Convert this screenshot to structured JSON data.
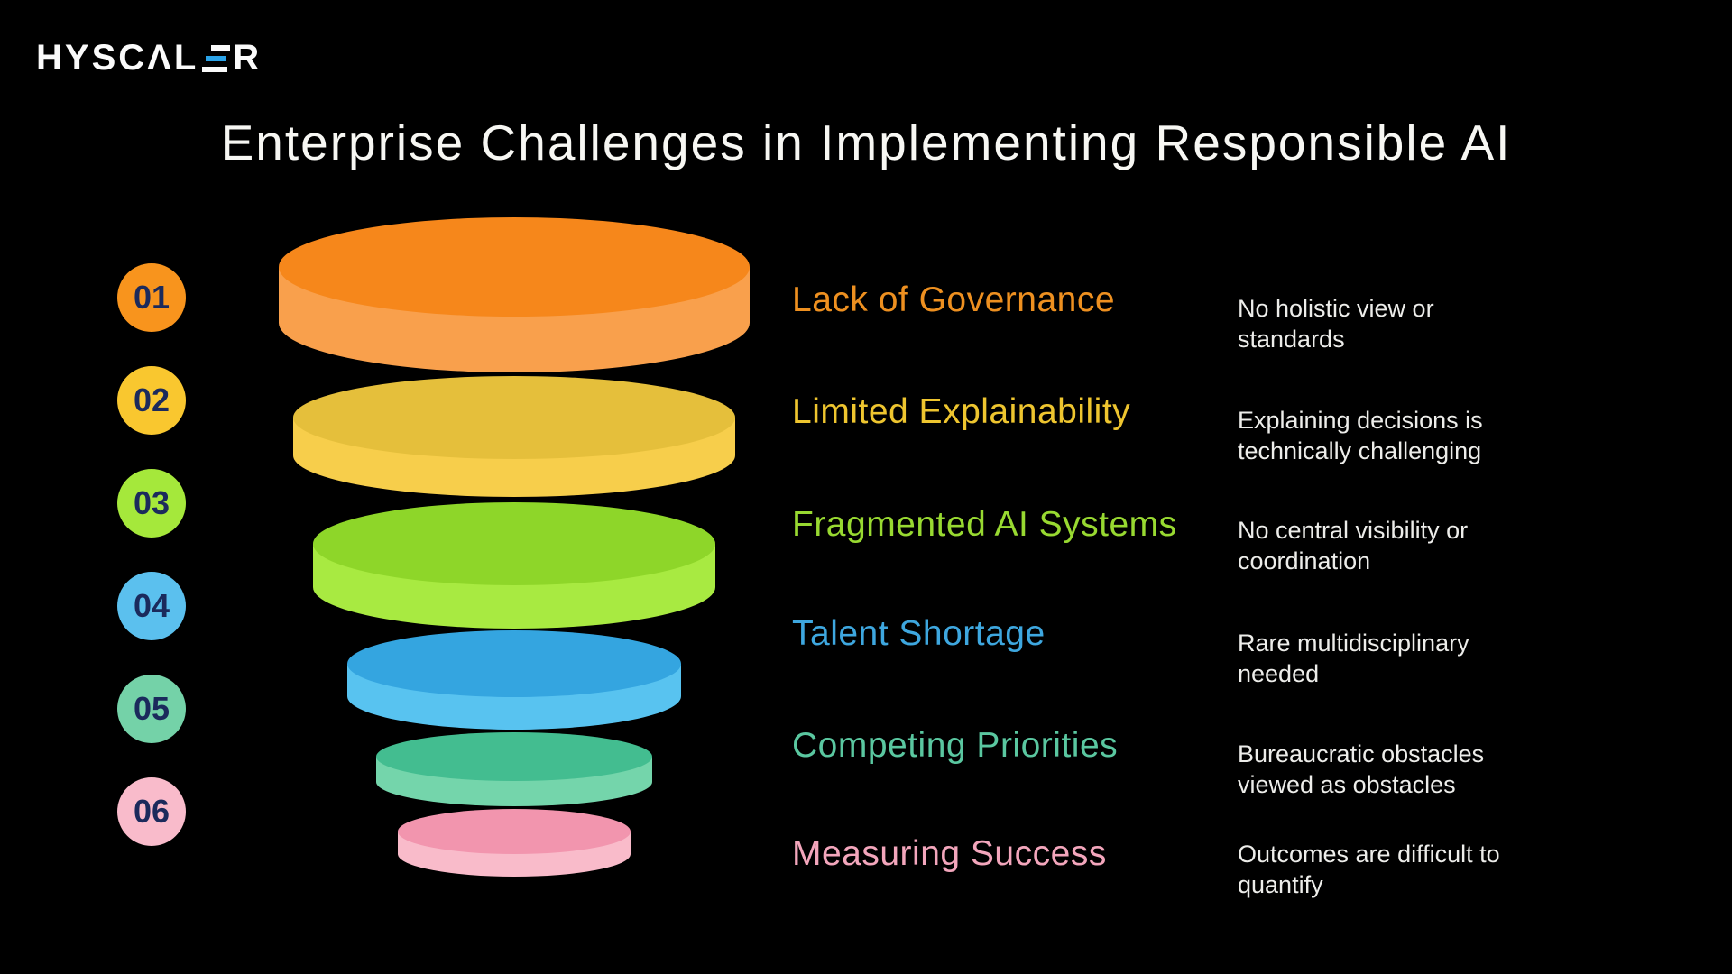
{
  "colors": {
    "background": "#000000",
    "title_text": "#f7f7f3",
    "description_text": "#ededea",
    "badge_number_text": "#1b2a5c",
    "logo_text": "#fafafa",
    "logo_accent": "#2aa3e8"
  },
  "brand": {
    "logo_prefix": "HYSCΛL",
    "logo_suffix": "R"
  },
  "title": "Enterprise Challenges in Implementing Responsible AI",
  "items": [
    {
      "number": "01",
      "label": "Lack of Governance",
      "desc_line1": "No holistic view or",
      "desc_line2": "standards",
      "label_color": "#ee9020",
      "badge_color": "#f8941d",
      "disc_top_color": "#f6871b",
      "disc_body_color": "#f9a04c"
    },
    {
      "number": "02",
      "label": "Limited Explainability",
      "desc_line1": "Explaining decisions is",
      "desc_line2": "technically challenging",
      "label_color": "#eec52f",
      "badge_color": "#f9c72f",
      "disc_top_color": "#e5bf3b",
      "disc_body_color": "#f7ce4b"
    },
    {
      "number": "03",
      "label": "Fragmented AI Systems",
      "desc_line1": "No central visibility or",
      "desc_line2": "coordination",
      "label_color": "#98d931",
      "badge_color": "#a5e83b",
      "disc_top_color": "#8ed629",
      "disc_body_color": "#a8ea41"
    },
    {
      "number": "04",
      "label": "Talent Shortage",
      "desc_line1": "Rare multidisciplinary",
      "desc_line2": "needed",
      "label_color": "#3ea7df",
      "badge_color": "#5bc0ee",
      "disc_top_color": "#34a5e0",
      "disc_body_color": "#58c3f0"
    },
    {
      "number": "05",
      "label": "Competing Priorities",
      "desc_line1": "Bureaucratic obstacles",
      "desc_line2": "viewed as obstacles",
      "label_color": "#5ac7a0",
      "badge_color": "#74d2a8",
      "disc_top_color": "#43bd90",
      "disc_body_color": "#74d5ab"
    },
    {
      "number": "06",
      "label": "Measuring Success",
      "desc_line1": "Outcomes are difficult to",
      "desc_line2": "quantify",
      "label_color": "#f3a6bc",
      "badge_color": "#f9bbcb",
      "disc_top_color": "#f295ae",
      "disc_body_color": "#f9bbca"
    }
  ]
}
